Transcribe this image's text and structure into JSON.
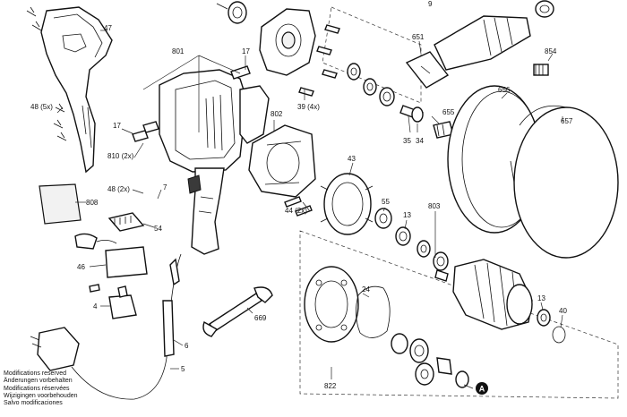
{
  "labels": {
    "p47": "47",
    "p9": "9",
    "p801": "801",
    "p17a": "17",
    "p17b": "17",
    "p651": "651",
    "p854": "854",
    "p48_5x": "48 (5x)",
    "p39_4x": "39 (4x)",
    "p656": "656",
    "p657": "657",
    "p655": "655",
    "p802": "802",
    "p35": "35",
    "p34": "34",
    "p810_2x": "810 (2x)",
    "p43": "43",
    "p48_2x": "48 (2x)",
    "p7": "7",
    "p808": "808",
    "p44_2x": "44 (2x)",
    "p55": "55",
    "p13a": "13",
    "p803": "803",
    "p54": "54",
    "p46": "46",
    "p4": "4",
    "p24": "24",
    "p13b": "13",
    "p40": "40",
    "p669": "669",
    "p6": "6",
    "p5": "5",
    "p822": "822",
    "pA": "A"
  },
  "notes": [
    "Modifications reserved",
    "Änderungen vorbehalten",
    "Modifications réservées",
    "Wijzigingen voorbehouden",
    "Salvo modificaciones"
  ]
}
